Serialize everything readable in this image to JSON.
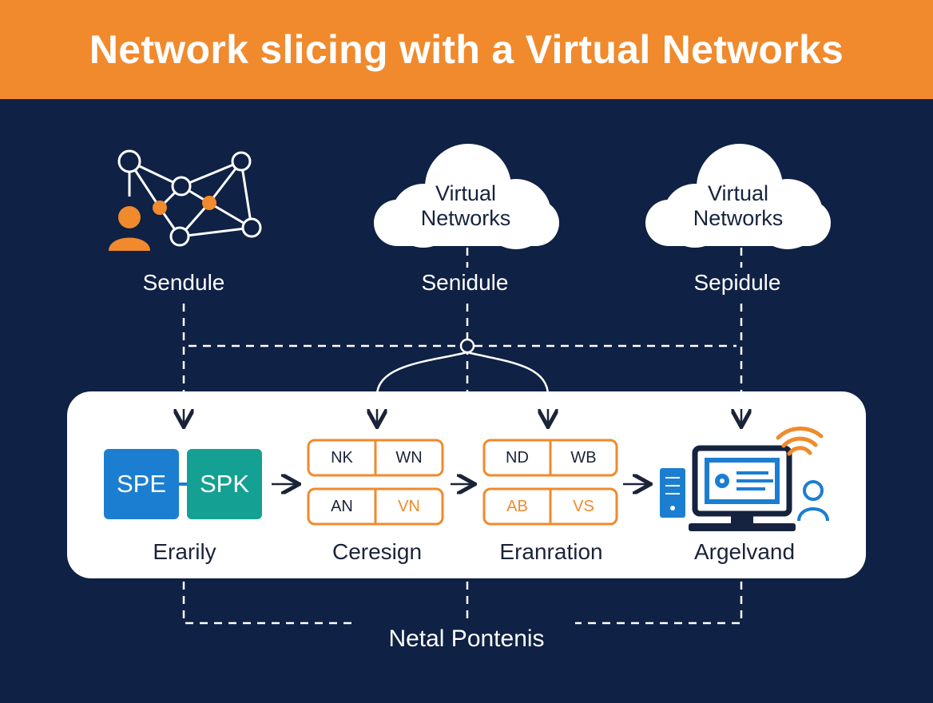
{
  "title": "Network slicing with a Virtual Networks",
  "top_labels": [
    "Sendule",
    "Senidule",
    "Sepidule"
  ],
  "clouds": [
    {
      "line1": "Virtual",
      "line2": "Networks"
    },
    {
      "line1": "Virtual",
      "line2": "Networks"
    }
  ],
  "stages": [
    {
      "label": "Erarily",
      "blocks": [
        "SPE",
        "SPK"
      ]
    },
    {
      "label": "Ceresign",
      "cells": [
        "NK",
        "WN",
        "AN",
        "VN"
      ]
    },
    {
      "label": "Eranration",
      "cells": [
        "ND",
        "WB",
        "AB",
        "VS"
      ]
    },
    {
      "label": "Argelvand"
    }
  ],
  "bottom_label": "Netal Pontenis",
  "colors": {
    "header": "#f08a2c",
    "background": "#0f2144",
    "blue_block": "#1b7ed1",
    "teal_block": "#14a193",
    "accent_orange": "#f08a2c",
    "device_blue": "#1b7ed1"
  }
}
